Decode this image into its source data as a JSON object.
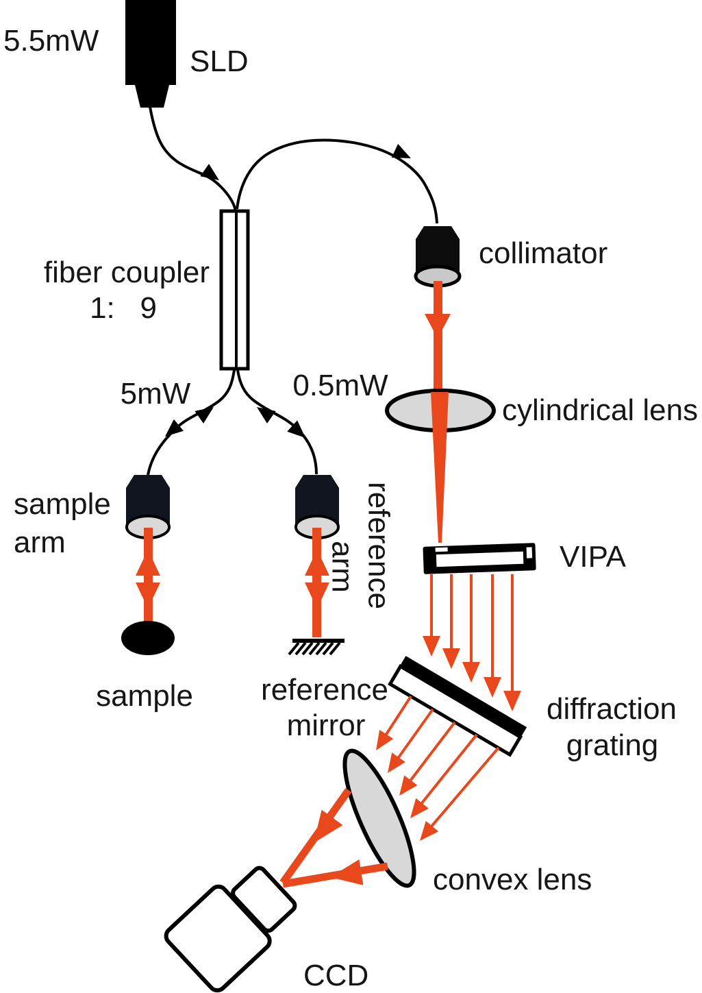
{
  "labels": {
    "source_power": "5.5mW",
    "source": "SLD",
    "coupler_line1": "fiber coupler",
    "coupler_line2": "1:   9",
    "sample_arm_power": "5mW",
    "reference_arm_power": "0.5mW",
    "collimator": "collimator",
    "cylindrical_lens": "cylindrical lens",
    "vipa": "VIPA",
    "sample_arm_line1": "sample",
    "sample_arm_line2": "arm",
    "reference_arm_line1": "reference",
    "reference_arm_line2": "arm",
    "sample_target": "sample",
    "reference_mirror_line1": "reference",
    "reference_mirror_line2": "mirror",
    "grating_line1": "diffraction",
    "grating_line2": "grating",
    "convex_lens": "convex lens",
    "detector": "CCD"
  },
  "colors": {
    "beam": "#e8481b",
    "ink": "#161616",
    "lens-fill": "#d8d8d8",
    "component-dark": "#10151f"
  }
}
